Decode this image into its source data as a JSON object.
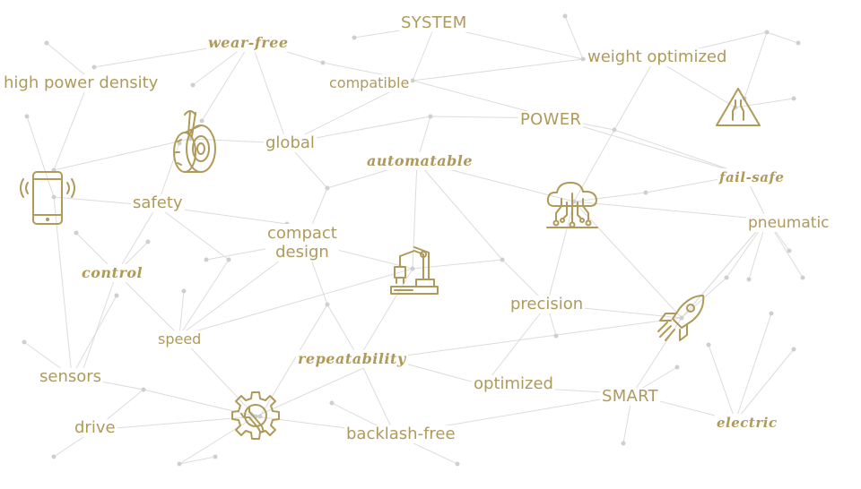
{
  "words": {
    "system": "SYSTEM",
    "wear_free": "wear-free",
    "weight_optimized": "weight optimized",
    "high_power_density": "high power density",
    "compatible": "compatible",
    "power": "POWER",
    "global": "global",
    "automatable": "automatable",
    "fail_safe": "fail-safe",
    "safety": "safety",
    "compact_design_1": "compact",
    "compact_design_2": "design",
    "pneumatic": "pneumatic",
    "control": "control",
    "precision": "precision",
    "speed": "speed",
    "repeatability": "repeatability",
    "sensors": "sensors",
    "optimized": "optimized",
    "smart": "SMART",
    "drive": "drive",
    "backlash_free": "backlash-free",
    "electric": "electric"
  },
  "colors": {
    "accent": "#b09a5a",
    "network_lines": "#dcdcdc"
  },
  "icons": [
    "brake-component-icon",
    "smartphone-icon",
    "cloud-circuit-icon",
    "road-narrows-warning-icon",
    "robot-arm-icon",
    "rocket-icon",
    "gear-wrench-icon"
  ]
}
